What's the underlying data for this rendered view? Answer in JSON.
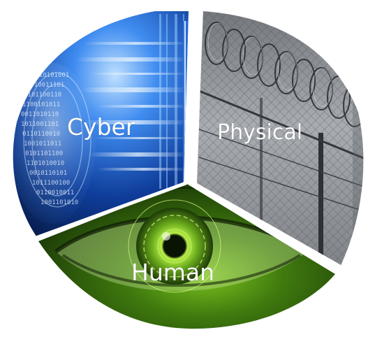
{
  "segments": [
    {
      "key": "cyber",
      "label": "Cyber",
      "theme": "binary-code-server",
      "colors": {
        "base": "#0b2f78",
        "accent": "#4aa0ff",
        "highlight": "#d8ecff"
      }
    },
    {
      "key": "physical",
      "label": "Physical",
      "theme": "razor-wire-fence",
      "colors": {
        "base": "#8d9196",
        "accent": "#4a4d52",
        "highlight": "#e6e8ea"
      }
    },
    {
      "key": "human",
      "label": "Human",
      "theme": "green-eye",
      "colors": {
        "base": "#1f3d08",
        "accent": "#6fae1a",
        "highlight": "#c9ff5a"
      }
    }
  ],
  "divider_color": "#ffffff"
}
